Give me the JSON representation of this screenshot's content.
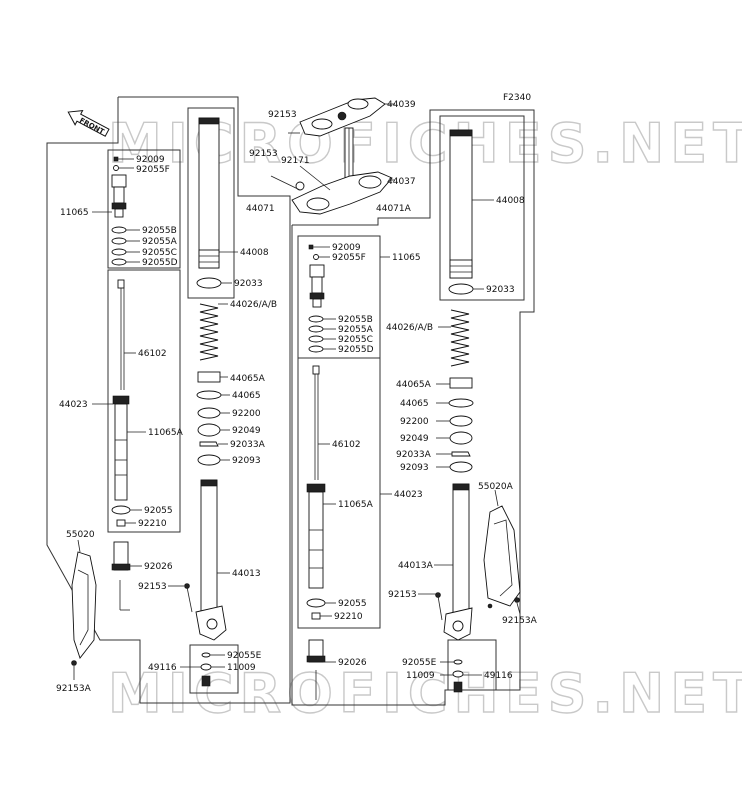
{
  "figure_code": "F2340",
  "front_label": "FRONT",
  "watermark_text": "MICROFICHES.NET",
  "labels": {
    "p92153_top": "92153",
    "p44039": "44039",
    "p92153_mid": "92153",
    "p92171": "92171",
    "p44037": "44037",
    "p44071": "44071",
    "p44071A": "44071A",
    "p44008_l": "44008",
    "p44008_r": "44008",
    "p92009_l": "92009",
    "p92055F_l": "92055F",
    "p11065_l": "11065",
    "p92055B_l": "92055B",
    "p92055A_l": "92055A",
    "p92055C_l": "92055C",
    "p92055D_l": "92055D",
    "p92033_l": "92033",
    "p44026_l": "44026/A/B",
    "p46102_l": "46102",
    "p44065A_l": "44065A",
    "p44065_l": "44065",
    "p44023_l": "44023",
    "p92200_l": "92200",
    "p11065A_l": "11065A",
    "p92049_l": "92049",
    "p92033A_l": "92033A",
    "p92093_l": "92093",
    "p92055_l": "92055",
    "p92210_l": "92210",
    "p55020": "55020",
    "p92026_l": "92026",
    "p44013": "44013",
    "p92153_l": "92153",
    "p92055E_l": "92055E",
    "p49116_l": "49116",
    "p11009_l": "11009",
    "p92153A_l": "92153A",
    "p92009_r": "92009",
    "p92055F_r": "92055F",
    "p11065_r": "11065",
    "p92055B_r": "92055B",
    "p92055A_r": "92055A",
    "p92055C_r": "92055C",
    "p92055D_r": "92055D",
    "p92033_r": "92033",
    "p44026_r": "44026/A/B",
    "p44065A_r": "44065A",
    "p44065_r": "44065",
    "p92200_r": "92200",
    "p92049_r": "92049",
    "p46102_r": "46102",
    "p92033A_r": "92033A",
    "p92093_r": "92093",
    "p11065A_r": "11065A",
    "p44023_r": "44023",
    "p55020A": "55020A",
    "p44013A": "44013A",
    "p92153_r": "92153",
    "p92153A_r": "92153A",
    "p92055_r": "92055",
    "p92210_r": "92210",
    "p92026_r": "92026",
    "p92055E_r": "92055E",
    "p11009_r": "11009",
    "p49116_r": "49116"
  }
}
